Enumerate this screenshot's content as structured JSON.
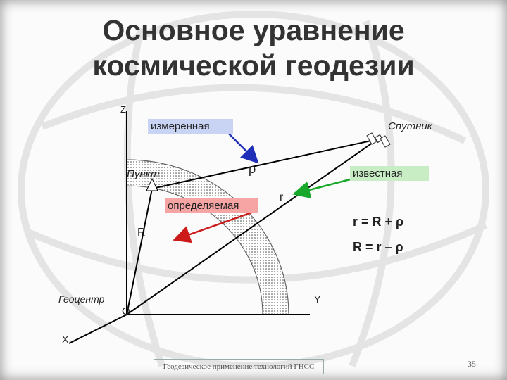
{
  "title": {
    "line1": "Основное уравнение",
    "line2": "космической геодезии"
  },
  "axes": {
    "z": "Z",
    "x": "X",
    "y": "Y",
    "origin": "O"
  },
  "labels": {
    "geocenter": "Геоцентр",
    "point": "Пункт",
    "satellite": "Спутник",
    "rho": "ρ",
    "r": "r",
    "R": "R"
  },
  "boxes": {
    "measured": {
      "text": "измеренная",
      "color": "#c9d3f4"
    },
    "known": {
      "text": "известная",
      "color": "#c8edc5"
    },
    "determined": {
      "text": "определяемая",
      "color": "#f6a4a4"
    }
  },
  "equations": {
    "eq1": "r = R + ρ",
    "eq2": "R = r – ρ"
  },
  "footer": {
    "text": "Геодезическое применение технологий ГНСС",
    "page": "35"
  }
}
